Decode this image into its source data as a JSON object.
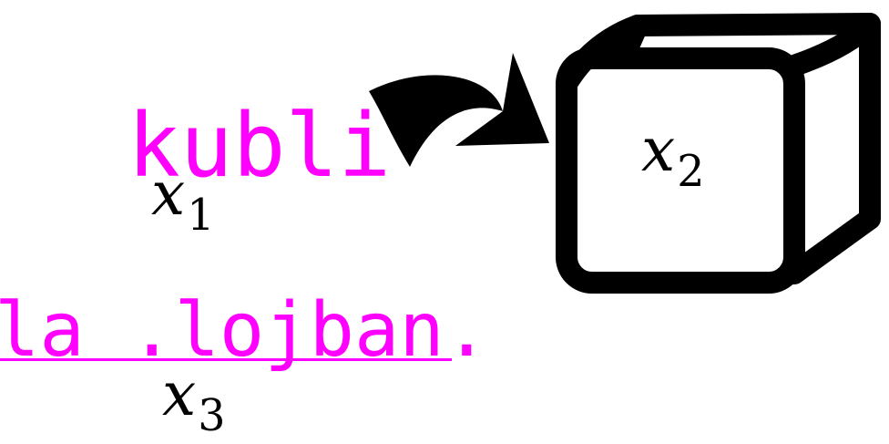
{
  "labels": {
    "word_top": "kubli",
    "word_bottom": "la .lojban.",
    "place_1": "x",
    "place_1_sub": "1",
    "place_2": "x",
    "place_2_sub": "2",
    "place_3": "x",
    "place_3_sub": "3"
  },
  "icons": {
    "arrow": "curved-arrow-icon",
    "cube": "cube-box-icon"
  },
  "colors": {
    "word": "#ff00ff",
    "ink": "#000000",
    "background": "#ffffff"
  }
}
